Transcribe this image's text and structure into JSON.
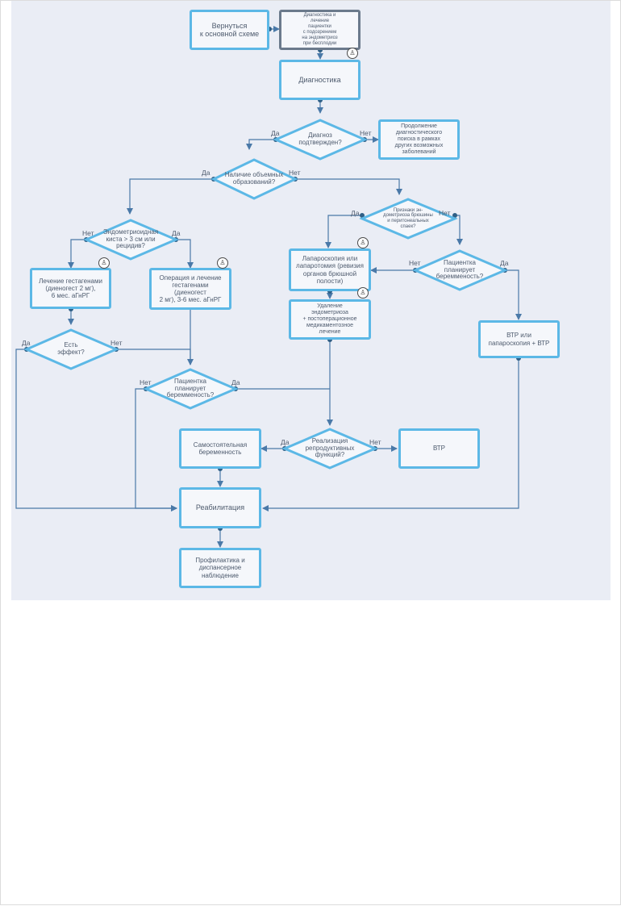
{
  "nodes": {
    "back": "Вернуться\nк основной схеме",
    "start": "Диагностика и\nлечение\nпациентки\nс подозрением\nна эндометриоз\nпри бесплодии",
    "diagnostics": "Диагностика",
    "diag_confirmed": "Диагноз\nподтвержден?",
    "continue_search": "Продолжение\nдиагностического\nпоиска в рамках\nдругих возможных\nзаболеваний",
    "masses": "Наличие объемных\nобразований?",
    "cyst": "Эндометриоидная\nкиста > 3 см или\nрецидив?",
    "peritoneal": "Признаки эн-\nдометриоза брюшины\nи перитонеальных\nспаек?",
    "gestagen_treatment": "Лечение гестагенами\n(диеногест 2 мг),\n6 мес. аГнРГ",
    "surgery_gestagen": "Операция и лечение\nгестагенами\n(диеногест\n2 мг), 3-6 мес. аГнРГ",
    "laparoscopy": "Лапароскопия или\nлапаротомия (ревизия\nорганов брюшной\nполости)",
    "plans_pregnancy_right": "Пациентка\nпланирует\nберемменость?",
    "removal": "Удаление\nэндометриоза\n+ постоперационное\nмедикаментозное\nлечение",
    "effect": "Есть\nэффект?",
    "plans_pregnancy_mid": "Пациентка\nпланирует\nберемменость?",
    "ivf_or_lap": "ВТР или\nпапароскопия + ВТР",
    "reproductive": "Реализация\nрепродуктивных\nфункций?",
    "spontaneous": "Самостоятельная\nбеременность",
    "ivf": "ВТР",
    "rehab": "Реабилитация",
    "prevention": "Профилактика и\nдиспансерное\nнаблюдение"
  },
  "labels": {
    "yes": "Да",
    "no": "Нет"
  },
  "colors": {
    "background": "#eaedf5",
    "box_border": "#5cb8e6",
    "box_fill": "#f5f7fb",
    "arrow": "#4a79a8",
    "text": "#4e5b6e",
    "start_border": "#6b7a8c"
  },
  "icons": {
    "person_icon": "doctor-icon"
  }
}
